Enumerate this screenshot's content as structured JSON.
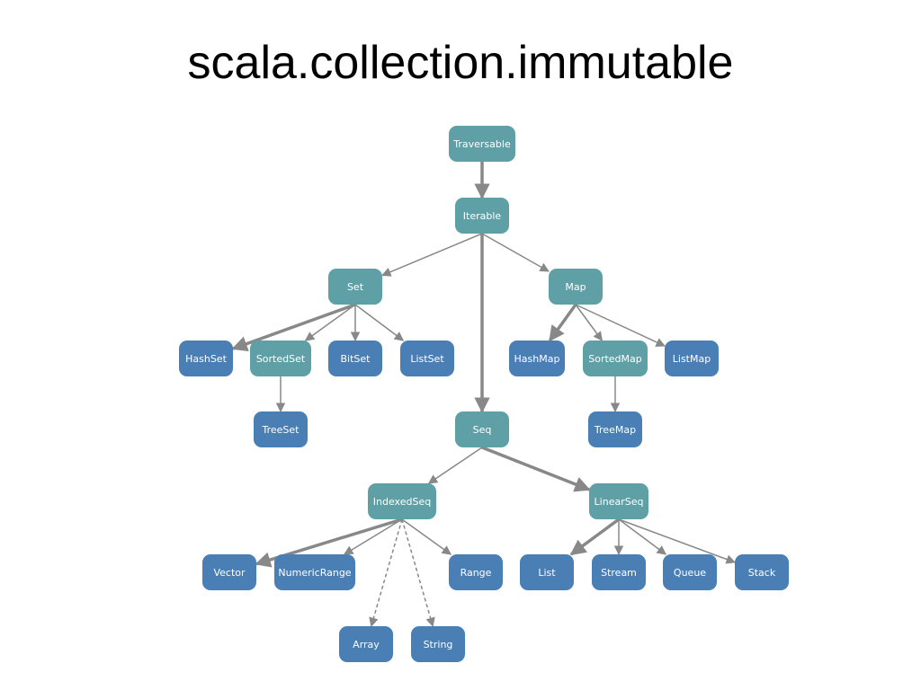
{
  "title": "scala.collection.immutable",
  "colors": {
    "trait": "#5fa0a6",
    "class": "#4a7fb5",
    "edge": "#888888"
  },
  "nodes": [
    {
      "id": "traversable",
      "label": "Traversable",
      "kind": "trait"
    },
    {
      "id": "iterable",
      "label": "Iterable",
      "kind": "trait"
    },
    {
      "id": "set",
      "label": "Set",
      "kind": "trait"
    },
    {
      "id": "map",
      "label": "Map",
      "kind": "trait"
    },
    {
      "id": "seq",
      "label": "Seq",
      "kind": "trait"
    },
    {
      "id": "hashset",
      "label": "HashSet",
      "kind": "class"
    },
    {
      "id": "sortedset",
      "label": "SortedSet",
      "kind": "trait"
    },
    {
      "id": "bitset",
      "label": "BitSet",
      "kind": "class"
    },
    {
      "id": "listset",
      "label": "ListSet",
      "kind": "class"
    },
    {
      "id": "treeset",
      "label": "TreeSet",
      "kind": "class"
    },
    {
      "id": "hashmap",
      "label": "HashMap",
      "kind": "class"
    },
    {
      "id": "sortedmap",
      "label": "SortedMap",
      "kind": "trait"
    },
    {
      "id": "listmap",
      "label": "ListMap",
      "kind": "class"
    },
    {
      "id": "treemap",
      "label": "TreeMap",
      "kind": "class"
    },
    {
      "id": "indexedseq",
      "label": "IndexedSeq",
      "kind": "trait"
    },
    {
      "id": "linearseq",
      "label": "LinearSeq",
      "kind": "trait"
    },
    {
      "id": "vector",
      "label": "Vector",
      "kind": "class"
    },
    {
      "id": "numericrange",
      "label": "NumericRange",
      "kind": "class"
    },
    {
      "id": "range",
      "label": "Range",
      "kind": "class"
    },
    {
      "id": "array",
      "label": "Array",
      "kind": "class"
    },
    {
      "id": "string",
      "label": "String",
      "kind": "class"
    },
    {
      "id": "list",
      "label": "List",
      "kind": "class"
    },
    {
      "id": "stream",
      "label": "Stream",
      "kind": "class"
    },
    {
      "id": "queue",
      "label": "Queue",
      "kind": "class"
    },
    {
      "id": "stack",
      "label": "Stack",
      "kind": "class"
    }
  ],
  "edges": [
    {
      "from": "traversable",
      "to": "iterable",
      "style": "thick"
    },
    {
      "from": "iterable",
      "to": "set",
      "style": "thin"
    },
    {
      "from": "iterable",
      "to": "map",
      "style": "thin"
    },
    {
      "from": "iterable",
      "to": "seq",
      "style": "thick"
    },
    {
      "from": "set",
      "to": "hashset",
      "style": "thick"
    },
    {
      "from": "set",
      "to": "sortedset",
      "style": "thin"
    },
    {
      "from": "set",
      "to": "bitset",
      "style": "thin"
    },
    {
      "from": "set",
      "to": "listset",
      "style": "thin"
    },
    {
      "from": "sortedset",
      "to": "treeset",
      "style": "thin"
    },
    {
      "from": "map",
      "to": "hashmap",
      "style": "thick"
    },
    {
      "from": "map",
      "to": "sortedmap",
      "style": "thin"
    },
    {
      "from": "map",
      "to": "listmap",
      "style": "thin"
    },
    {
      "from": "sortedmap",
      "to": "treemap",
      "style": "thin"
    },
    {
      "from": "seq",
      "to": "indexedseq",
      "style": "thin"
    },
    {
      "from": "seq",
      "to": "linearseq",
      "style": "thick"
    },
    {
      "from": "indexedseq",
      "to": "vector",
      "style": "thick"
    },
    {
      "from": "indexedseq",
      "to": "numericrange",
      "style": "thin"
    },
    {
      "from": "indexedseq",
      "to": "range",
      "style": "thin"
    },
    {
      "from": "indexedseq",
      "to": "array",
      "style": "dashed"
    },
    {
      "from": "indexedseq",
      "to": "string",
      "style": "dashed"
    },
    {
      "from": "linearseq",
      "to": "list",
      "style": "thick"
    },
    {
      "from": "linearseq",
      "to": "stream",
      "style": "thin"
    },
    {
      "from": "linearseq",
      "to": "queue",
      "style": "thin"
    },
    {
      "from": "linearseq",
      "to": "stack",
      "style": "thin"
    }
  ]
}
